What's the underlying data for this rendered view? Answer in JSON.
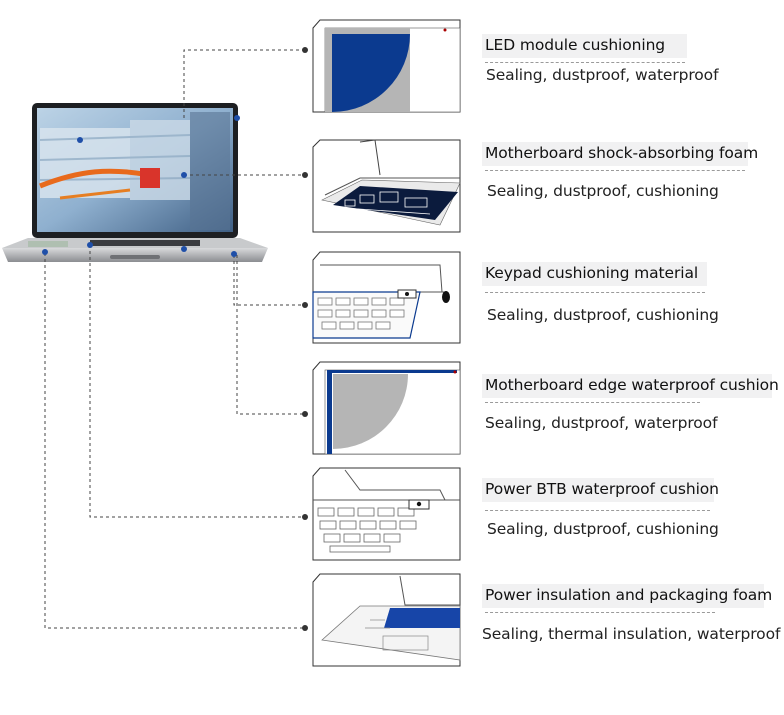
{
  "components": [
    {
      "title": "LED module cushioning",
      "subtitle": "Sealing, dustproof, waterproof"
    },
    {
      "title": "Motherboard shock-absorbing foam",
      "subtitle": "Sealing, dustproof, cushioning"
    },
    {
      "title": "Keypad cushioning material",
      "subtitle": "Sealing, dustproof, cushioning"
    },
    {
      "title": "Motherboard edge waterproof cushion",
      "subtitle": "Sealing, dustproof, waterproof"
    },
    {
      "title": "Power BTB waterproof cushion",
      "subtitle": "Sealing, dustproof, cushioning"
    },
    {
      "title": "Power insulation and packaging foam",
      "subtitle": "Sealing, thermal insulation, waterproof"
    }
  ],
  "colors": {
    "accent_blue": "#0b3a8f",
    "foam_gray": "#b5b5b5",
    "connector": "#333333"
  }
}
